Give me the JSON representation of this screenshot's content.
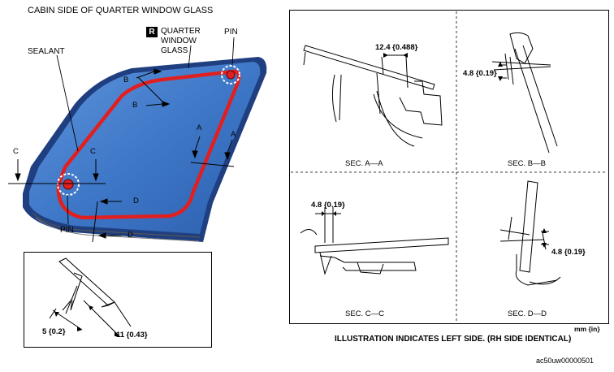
{
  "main": {
    "title": "CABIN SIDE OF QUARTER WINDOW GLASS",
    "r_badge": "R",
    "glass_label_1": "QUARTER",
    "glass_label_2": "WINDOW",
    "glass_label_3": "GLASS",
    "pin_top": "PIN",
    "pin_bottom": "PIN",
    "sealant": "SEALANT",
    "cut_a1": "A",
    "cut_a2": "A",
    "cut_b1": "B",
    "cut_b2": "B",
    "cut_c1": "C",
    "cut_c2": "C",
    "cut_d1": "D",
    "cut_d2": "D"
  },
  "detail": {
    "dim_5": "5 {0.2}",
    "dim_11": "11 {0.43}"
  },
  "sections": {
    "a": {
      "label": "SEC. A—A",
      "dim": "12.4 {0.488}"
    },
    "b": {
      "label": "SEC. B—B",
      "dim": "4.8 {0.19}"
    },
    "c": {
      "label": "SEC. C—C",
      "dim": "4.8 {0.19}"
    },
    "d": {
      "label": "SEC. D—D",
      "dim": "4.8 {0.19}"
    }
  },
  "footer": {
    "units": "mm {in}",
    "note": "ILLUSTRATION INDICATES LEFT SIDE. (RH SIDE IDENTICAL)",
    "code": "ac50uw00000501"
  },
  "colors": {
    "glass_blue": "#3f78c8",
    "glass_dark": "#1f3f80",
    "sealant_red": "#e02020"
  }
}
